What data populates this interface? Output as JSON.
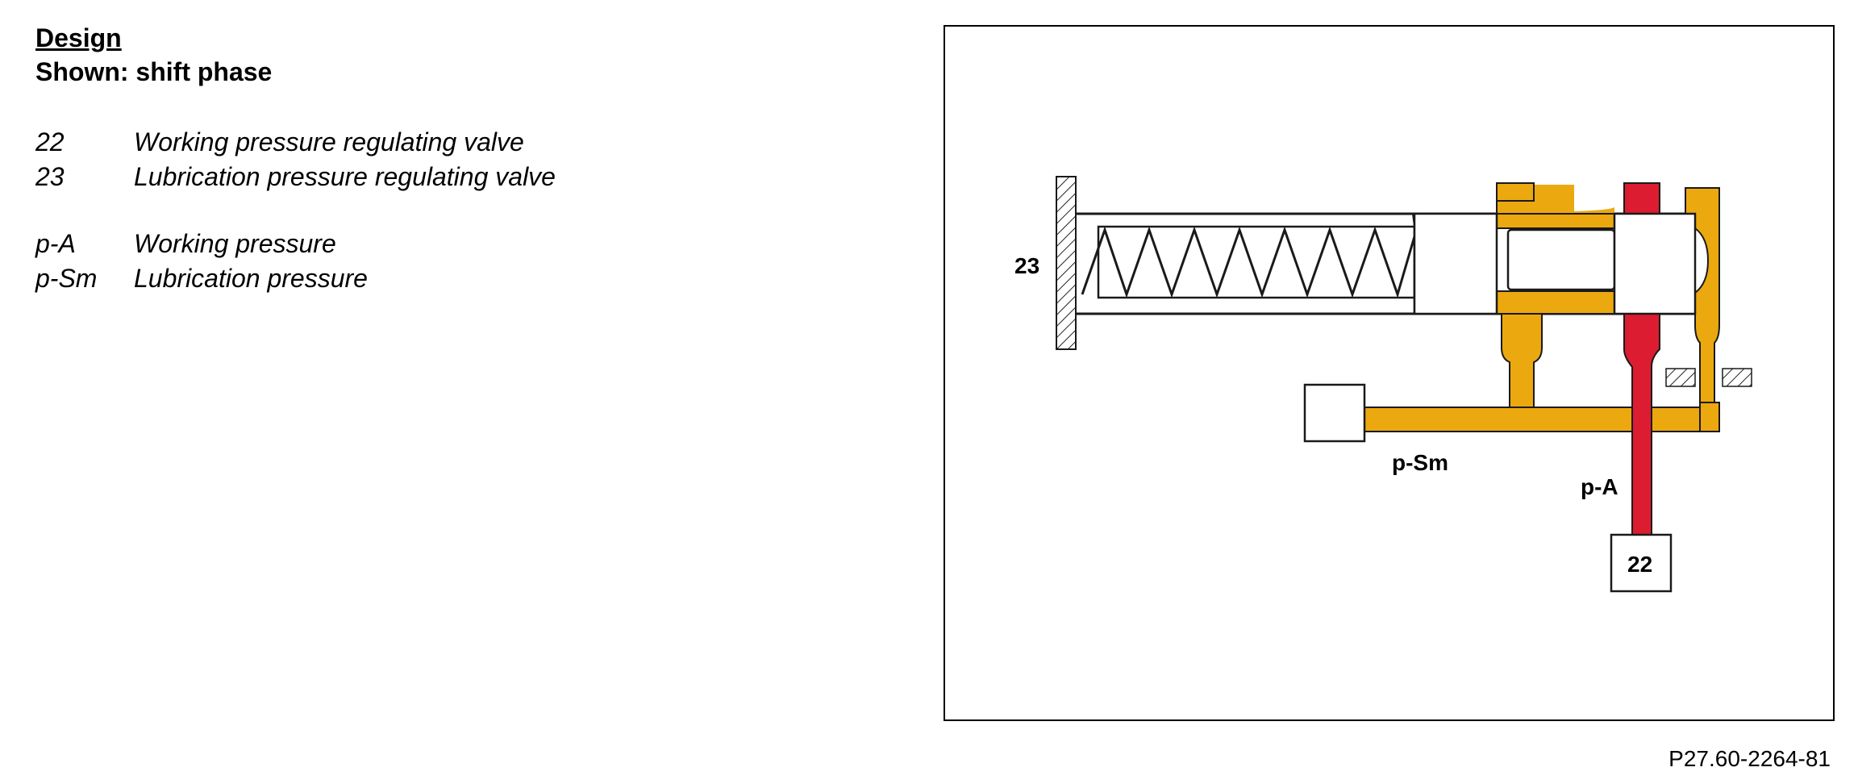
{
  "header": {
    "title": "Design",
    "subtitle": "Shown: shift phase"
  },
  "legend": {
    "group1": [
      {
        "code": "22",
        "text": "Working pressure regulating valve"
      },
      {
        "code": "23",
        "text": "Lubrication pressure regulating valve"
      }
    ],
    "group2": [
      {
        "code": "p-A",
        "text": "Working pressure"
      },
      {
        "code": "p-Sm",
        "text": "Lubrication pressure"
      }
    ]
  },
  "diagram": {
    "labels": {
      "valve23": "23",
      "lube": "p-Sm",
      "work": "p-A",
      "valve22": "22"
    },
    "colors": {
      "lubrication": "#EBA80F",
      "working": "#DC1C30",
      "outline": "#1a1a1a"
    }
  },
  "figure_code": "P27.60-2264-81"
}
